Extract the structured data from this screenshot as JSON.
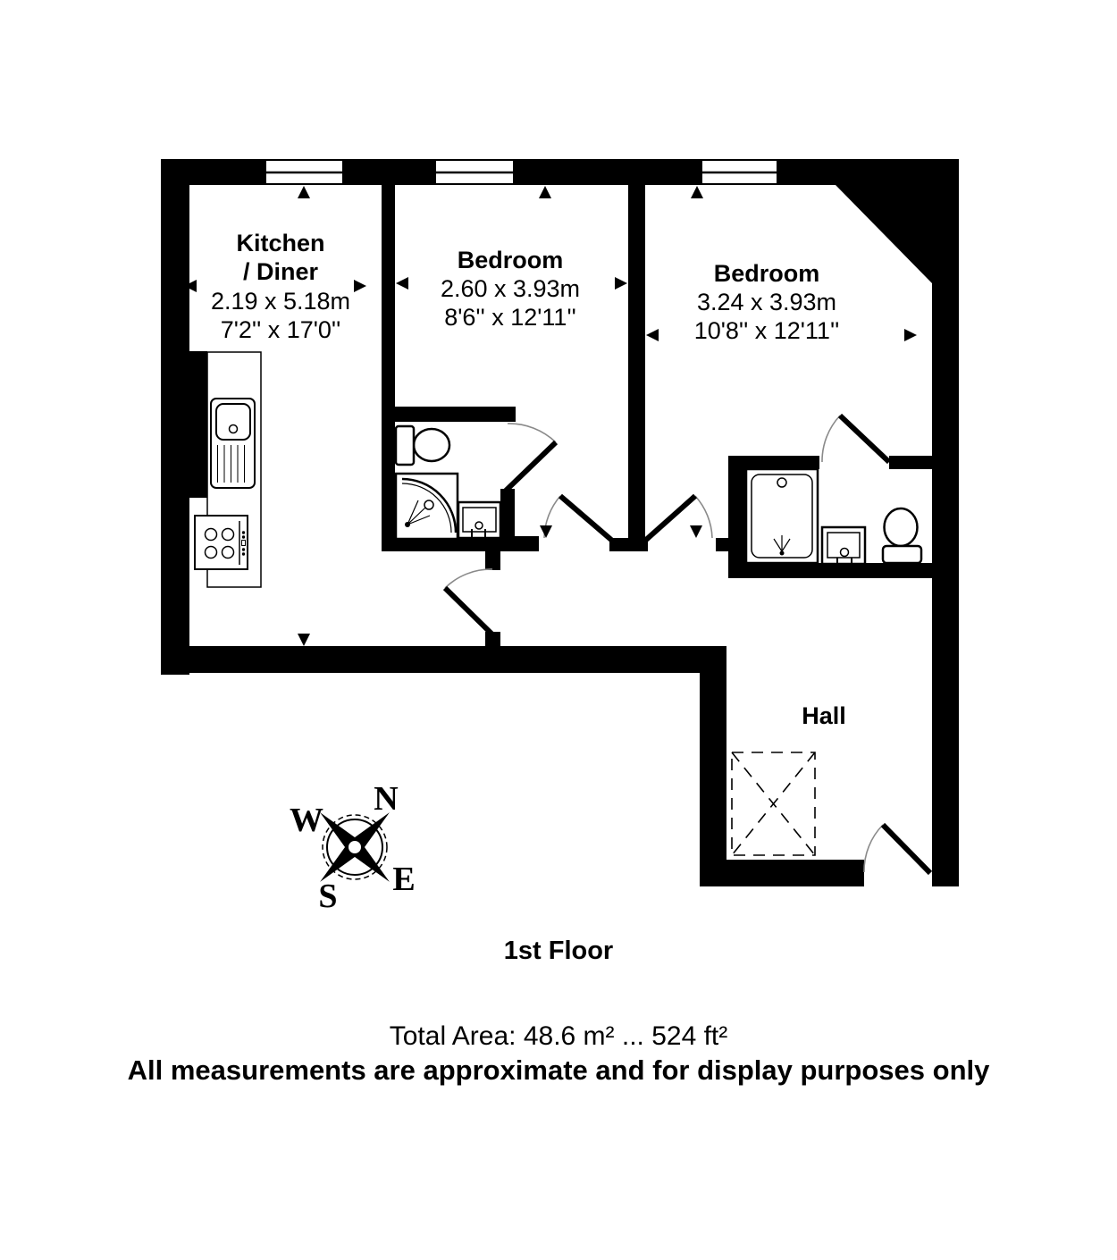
{
  "floorplan": {
    "rooms": [
      {
        "name_line1": "Kitchen",
        "name_line2": "/ Diner",
        "metric": "2.19 x 5.18m",
        "imperial": "7'2'' x 17'0''"
      },
      {
        "name": "Bedroom",
        "metric": "2.60 x 3.93m",
        "imperial": "8'6'' x 12'11''"
      },
      {
        "name": "Bedroom",
        "metric": "3.24 x 3.93m",
        "imperial": "10'8'' x 12'11''"
      },
      {
        "name": "Hall"
      }
    ],
    "compass": {
      "north": "N",
      "east": "E",
      "south": "S",
      "west": "W"
    },
    "floor_label": "1st Floor",
    "total_area": "Total Area: 48.6 m² ... 524 ft²",
    "disclaimer": "All measurements are approximate and for display purposes only",
    "colors": {
      "wall": "#000000",
      "background": "#ffffff"
    }
  }
}
